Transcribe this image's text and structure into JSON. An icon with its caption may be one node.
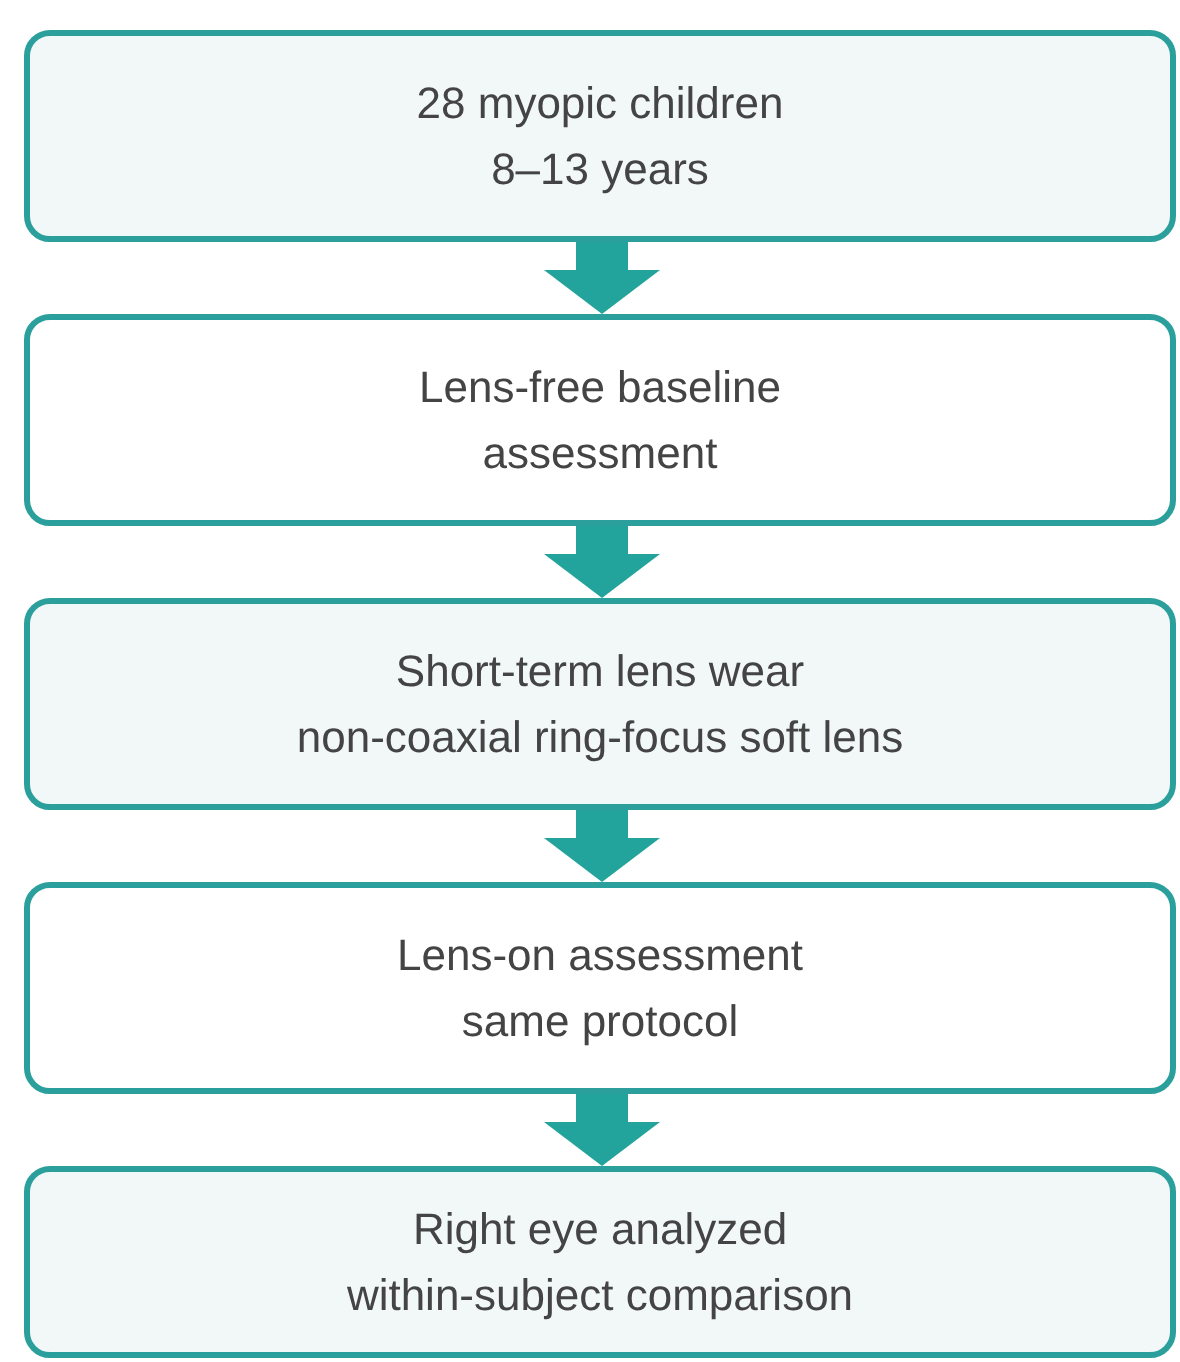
{
  "diagram": {
    "nodes": [
      {
        "text": [
          "28 myopic children",
          "8–13 years"
        ]
      },
      {
        "text": [
          "Lens-free baseline",
          "assessment"
        ]
      },
      {
        "text": [
          "Short-term lens wear",
          "non-coaxial ring-focus soft lens"
        ]
      },
      {
        "text": [
          "Lens-on assessment",
          "same protocol"
        ]
      },
      {
        "text": [
          "Right eye analyzed",
          "within-subject comparison"
        ]
      }
    ],
    "edges": [
      {
        "from": 0,
        "to": 1,
        "arrow": "to"
      },
      {
        "from": 1,
        "to": 2,
        "arrow": "to"
      },
      {
        "from": 2,
        "to": 3,
        "arrow": "to"
      },
      {
        "from": 3,
        "to": 4,
        "arrow": "to"
      }
    ]
  }
}
